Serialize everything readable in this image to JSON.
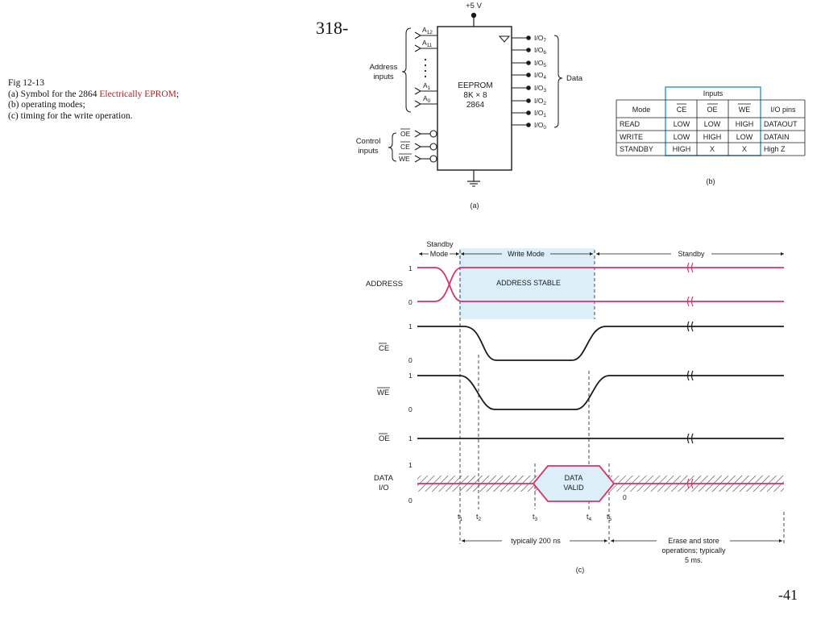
{
  "slide": {
    "page_number_top": "318-",
    "page_number_bottom": "-41",
    "caption": {
      "line1": "Fig 12-13",
      "line2_prefix": "(a) Symbol for the 2864 ",
      "line2_highlight": "Electrically EPROM",
      "line2_suffix": ";",
      "line3": "(b) operating modes;",
      "line4": "(c) timing for the write operation."
    },
    "colors": {
      "highlight_text": "#b01e1e",
      "signal_pink": "#d6336c",
      "panel_blue": "#dceef8",
      "table_border": "#3a9ad9"
    }
  },
  "symbol": {
    "supply": "+5 V",
    "chip_line1": "EEPROM",
    "chip_line2": "8K × 8",
    "chip_line3": "2864",
    "address_label_1": "Address",
    "address_label_2": "inputs",
    "control_label_1": "Control",
    "control_label_2": "inputs",
    "data_label": "Data",
    "address_pins": [
      "A12",
      "A11",
      "A1",
      "A0"
    ],
    "control_pins": [
      "OE",
      "CE",
      "WE"
    ],
    "io_pins": [
      "I/O7",
      "I/O6",
      "I/O5",
      "I/O4",
      "I/O3",
      "I/O2",
      "I/O1",
      "I/O0"
    ],
    "sublabel": "(a)"
  },
  "modes_table": {
    "group_header": "Inputs",
    "headers": [
      "Mode",
      "CE",
      "OE",
      "WE",
      "I/O pins"
    ],
    "rows": [
      [
        "READ",
        "LOW",
        "LOW",
        "HIGH",
        "DATAOUT"
      ],
      [
        "WRITE",
        "LOW",
        "HIGH",
        "LOW",
        "DATAIN"
      ],
      [
        "STANDBY",
        "HIGH",
        "X",
        "X",
        "High Z"
      ]
    ],
    "sublabel": "(b)"
  },
  "timing": {
    "mode_standby_left_1": "Standby",
    "mode_standby_left_2": "Mode",
    "mode_write": "Write Mode",
    "mode_standby_right": "Standby",
    "address_label": "ADDRESS",
    "address_stable": "ADDRESS STABLE",
    "ce_label": "CE",
    "we_label": "WE",
    "oe_label": "OE",
    "data_label_1": "DATA",
    "data_label_2": "I/O",
    "data_valid_1": "DATA",
    "data_valid_2": "VALID",
    "level_one": "1",
    "level_zero": "0",
    "times": [
      "t1",
      "t2",
      "t3",
      "t4",
      "t5"
    ],
    "duration_write": "typically 200 ns",
    "duration_erase_1": "Erase and store",
    "duration_erase_2": "operations; typically",
    "duration_erase_3": "5 ms.",
    "sublabel": "(c)"
  }
}
